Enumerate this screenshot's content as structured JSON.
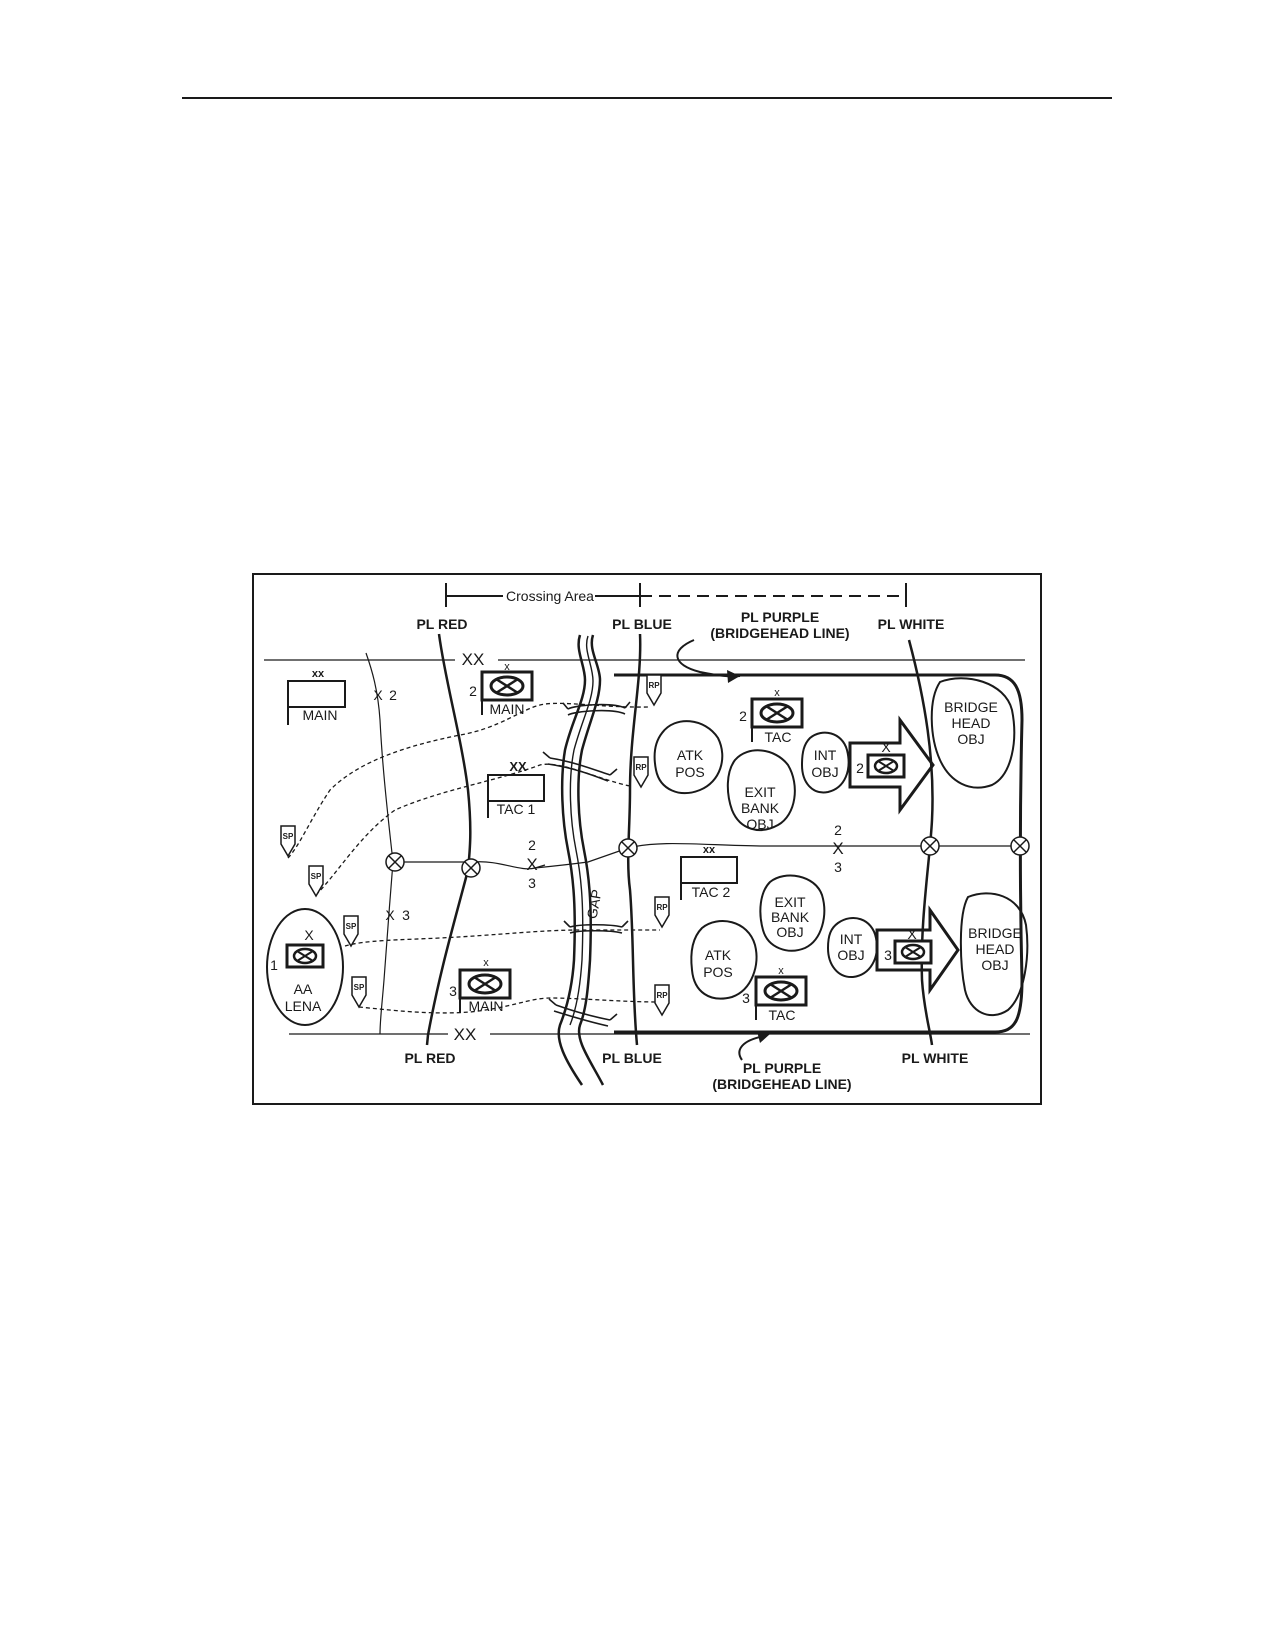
{
  "figure": {
    "crossing_area": "Crossing Area",
    "phase_lines": {
      "red_top": "PL RED",
      "blue_top": "PL BLUE",
      "purple_top_1": "PL PURPLE",
      "purple_top_2": "(BRIDGEHEAD LINE)",
      "white_top": "PL WHITE",
      "red_bottom": "PL RED",
      "blue_bottom": "PL BLUE",
      "purple_bottom_1": "PL PURPLE",
      "purple_bottom_2": "(BRIDGEHEAD LINE)",
      "white_bottom": "PL WHITE"
    },
    "boundaries": {
      "division": "XX",
      "brigade": "X",
      "unit_2": "2",
      "unit_3": "3"
    },
    "command_posts": {
      "main": "MAIN",
      "tac1": "TAC 1",
      "tac2": "TAC 2",
      "tac": "TAC",
      "echelon_xx": "xx",
      "echelon_x": "x"
    },
    "control_points": {
      "sp": "SP",
      "rp": "RP"
    },
    "areas": {
      "aa_1": "AA",
      "aa_2": "LENA",
      "gap": "GAP",
      "atk_1": "ATK",
      "atk_2": "POS",
      "exit_1": "EXIT",
      "exit_2": "BANK",
      "exit_3": "OBJ",
      "int_1": "INT",
      "int_2": "OBJ",
      "bh_1": "BRIDGE",
      "bh_2": "HEAD",
      "bh_3": "OBJ"
    },
    "unit_numbers": {
      "one": "1",
      "two": "2",
      "three": "3"
    }
  }
}
